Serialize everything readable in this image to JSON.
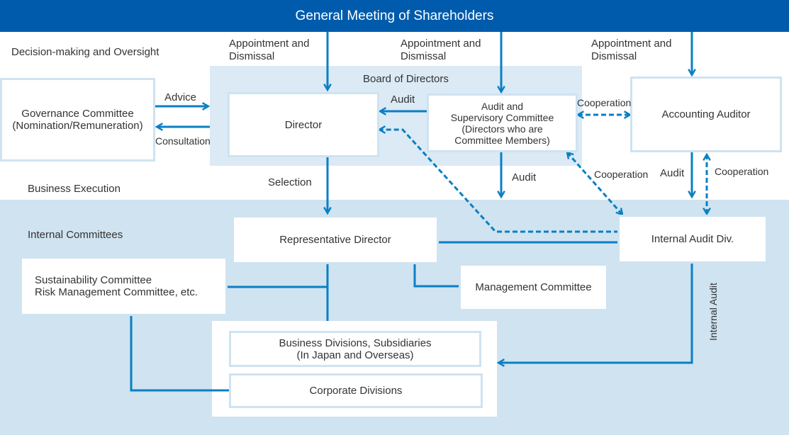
{
  "header": {
    "title": "General Meeting of Shareholders"
  },
  "sections": {
    "decision_oversight": "Decision-making and Oversight",
    "business_execution": "Business Execution",
    "internal_committees": "Internal Committees",
    "board": "Board of Directors"
  },
  "boxes": {
    "governance": "Governance Committee\n(Nomination/Remuneration)",
    "director": "Director",
    "audit_committee": "Audit and\nSupervisory Committee\n(Directors who are\nCommittee Members)",
    "accounting_auditor": "Accounting Auditor",
    "representative_director": "Representative Director",
    "internal_audit_div": "Internal Audit Div.",
    "sustainability": "Sustainability Committee\nRisk Management Committee, etc.",
    "management_committee": "Management Committee",
    "business_divisions": "Business Divisions, Subsidiaries\n(In Japan and Overseas)",
    "corporate_divisions": "Corporate Divisions"
  },
  "labels": {
    "appointment_1": "Appointment and\nDismissal",
    "appointment_2": "Appointment and\nDismissal",
    "appointment_3": "Appointment and\nDismissal",
    "advice": "Advice",
    "consultation": "Consultation",
    "audit_to_director": "Audit",
    "cooperation_top": "Cooperation",
    "selection": "Selection",
    "audit_down": "Audit",
    "cooperation_mid": "Cooperation",
    "audit_by_accounting": "Audit",
    "cooperation_right": "Cooperation",
    "internal_audit": "Internal Audit"
  },
  "colors": {
    "header_bg": "#005bac",
    "arrow": "#0a7fc4",
    "execution_bg": "#cfe3f0",
    "board_bg": "#dbeaf5"
  }
}
